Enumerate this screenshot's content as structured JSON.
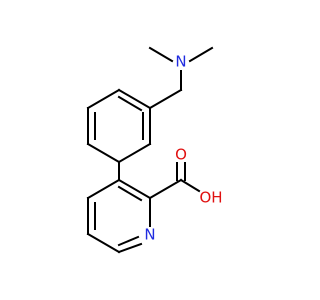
{
  "molecule": {
    "atom_labels": {
      "amine_n": "N",
      "pyridine_n": "N",
      "carbonyl_o": "O",
      "hydroxyl_o": "OH"
    },
    "colors": {
      "bond": "#000000",
      "nitrogen": "#1f2be0",
      "oxygen": "#e01010"
    }
  }
}
